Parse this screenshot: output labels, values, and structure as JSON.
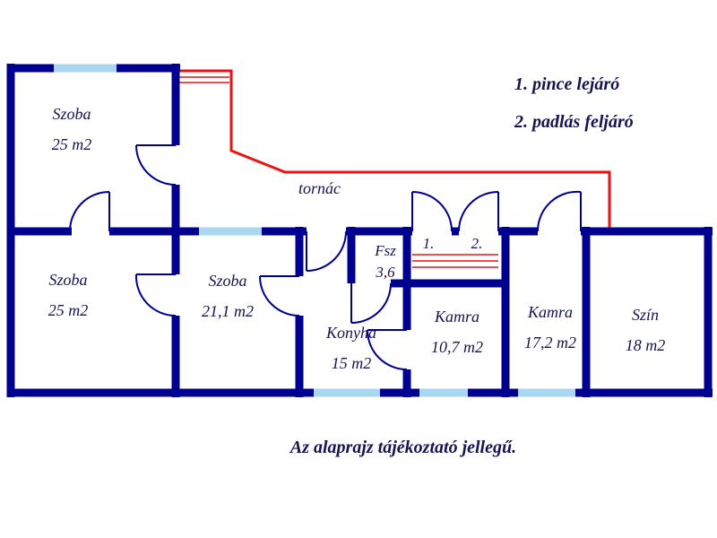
{
  "page": {
    "footer": "Az alaprajz tájékoztató jellegű."
  },
  "legend": {
    "item_1": "1. pince lejáró",
    "item_2": "2. padlás feljáró"
  },
  "porch": {
    "label": "tornác"
  },
  "stairs": {
    "label_1": "1.",
    "label_2": "2."
  },
  "rooms": {
    "szoba_top_left": {
      "name": "Szoba",
      "area": "25 m2"
    },
    "szoba_bottom_left": {
      "name": "Szoba",
      "area": "25 m2"
    },
    "szoba_middle": {
      "name": "Szoba",
      "area": "21,1 m2"
    },
    "konyha": {
      "name": "Konyha",
      "area": "15 m2"
    },
    "furdoszoba": {
      "name": "Fsz",
      "area": "3,6"
    },
    "kamra_small": {
      "name": "Kamra",
      "area": "10,7 m2"
    },
    "kamra_large": {
      "name": "Kamra",
      "area": "17,2 m2"
    },
    "szin": {
      "name": "Szín",
      "area": "18 m2"
    }
  },
  "colors": {
    "wall": "#000090",
    "window_opening": "#a9d7f2",
    "porch_outline": "#ee1111",
    "label_text": "#141452"
  }
}
